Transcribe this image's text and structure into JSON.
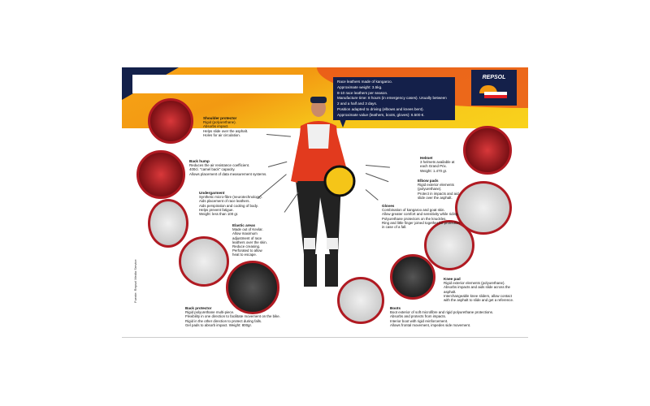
{
  "callout": {
    "lines": [
      "Race leathers made of kangaroo.",
      "Approximate weight: 3.5kg.",
      "8-10 race leathers per season.",
      "Manufacture time: 8 hours (in emergency cases). Usually between",
      "2 and a half and 3 days.",
      "Position adapted to driving (elbows and knees bent).",
      "Approximate value (leathers, boots, gloves): 6.500 €."
    ]
  },
  "logo": {
    "text": "REPSOL"
  },
  "source": "Fuente: Repsol Media Service",
  "labels": {
    "shoulder": {
      "title": "Shoulder protector",
      "lines": [
        "Rigid (polyurethane).",
        "Absorbs impact.",
        "Helps slide over the asphalt.",
        "Holes for air circulation."
      ]
    },
    "hump": {
      "title": "Back hump",
      "lines": [
        "Reduces the air resistance coefficient.",
        "400cl. \"camel back\" capacity.",
        "Allows placement of data measurement systems."
      ]
    },
    "undergarment": {
      "title": "Undergarment",
      "lines": [
        "Synthetic micro-fibre (neurotechnology).",
        "Aids placement of race leathers.",
        "Aids perspiration and cooling of body.",
        "Helps prevent fatigue.",
        "Weight: less than 100 gr."
      ]
    },
    "elastic": {
      "title": "Elastic areas",
      "lines": [
        "Made out of Kevlar.",
        "Allow maximum",
        "adjustment of race",
        "leathers over the skin.",
        "Reduce creasing.",
        "Perforated to allow",
        "heat to escape."
      ]
    },
    "back": {
      "title": "Back protector",
      "lines": [
        "Rigid polyurethane multi-piece.",
        "Flexibility in one direction to facilitate movement on the bike.",
        "Rigid in the other direction to protect during falls.",
        "Gel pads to absorb impact. Weight: 800gr."
      ]
    },
    "helmet": {
      "title": "Helmet",
      "lines": [
        "3 helmets available at",
        "each Grand Prix.",
        "Weight: 1.470 gr."
      ]
    },
    "elbow": {
      "title": "Elbow pads",
      "lines": [
        "Rigid exterior elements",
        "(polyurethane).",
        "Protect in impacts and aid",
        "slide over the asphalt."
      ]
    },
    "gloves": {
      "title": "Gloves",
      "lines": [
        "Combination of kangaroo and goat skin.",
        "Allow greater comfort and sensitivity while riding.",
        "Polyurethane protectors on the knuckles.",
        "Ring and little finger joined together for protection",
        "in case of a fall."
      ]
    },
    "knee": {
      "title": "Knee pad",
      "lines": [
        "Rigid exterior elements (polyurethane).",
        "Absorbs impacts and aids slide across the",
        "asphalt.",
        "Interchangeable knee sliders, allow contact",
        "with the asphalt to slide and get a reference."
      ]
    },
    "boots": {
      "title": "Boots",
      "lines": [
        "Boot exterior of soft microfibre and rigid polyurethane protections.",
        "Absorbs and protects from impacts.",
        "Interior boot with rigid reinforcement.",
        "Allows frontal movement, impedes side movement."
      ]
    }
  },
  "colors": {
    "navy": "#14204a",
    "orange": "#f39a12",
    "ring": "#b01a22"
  }
}
